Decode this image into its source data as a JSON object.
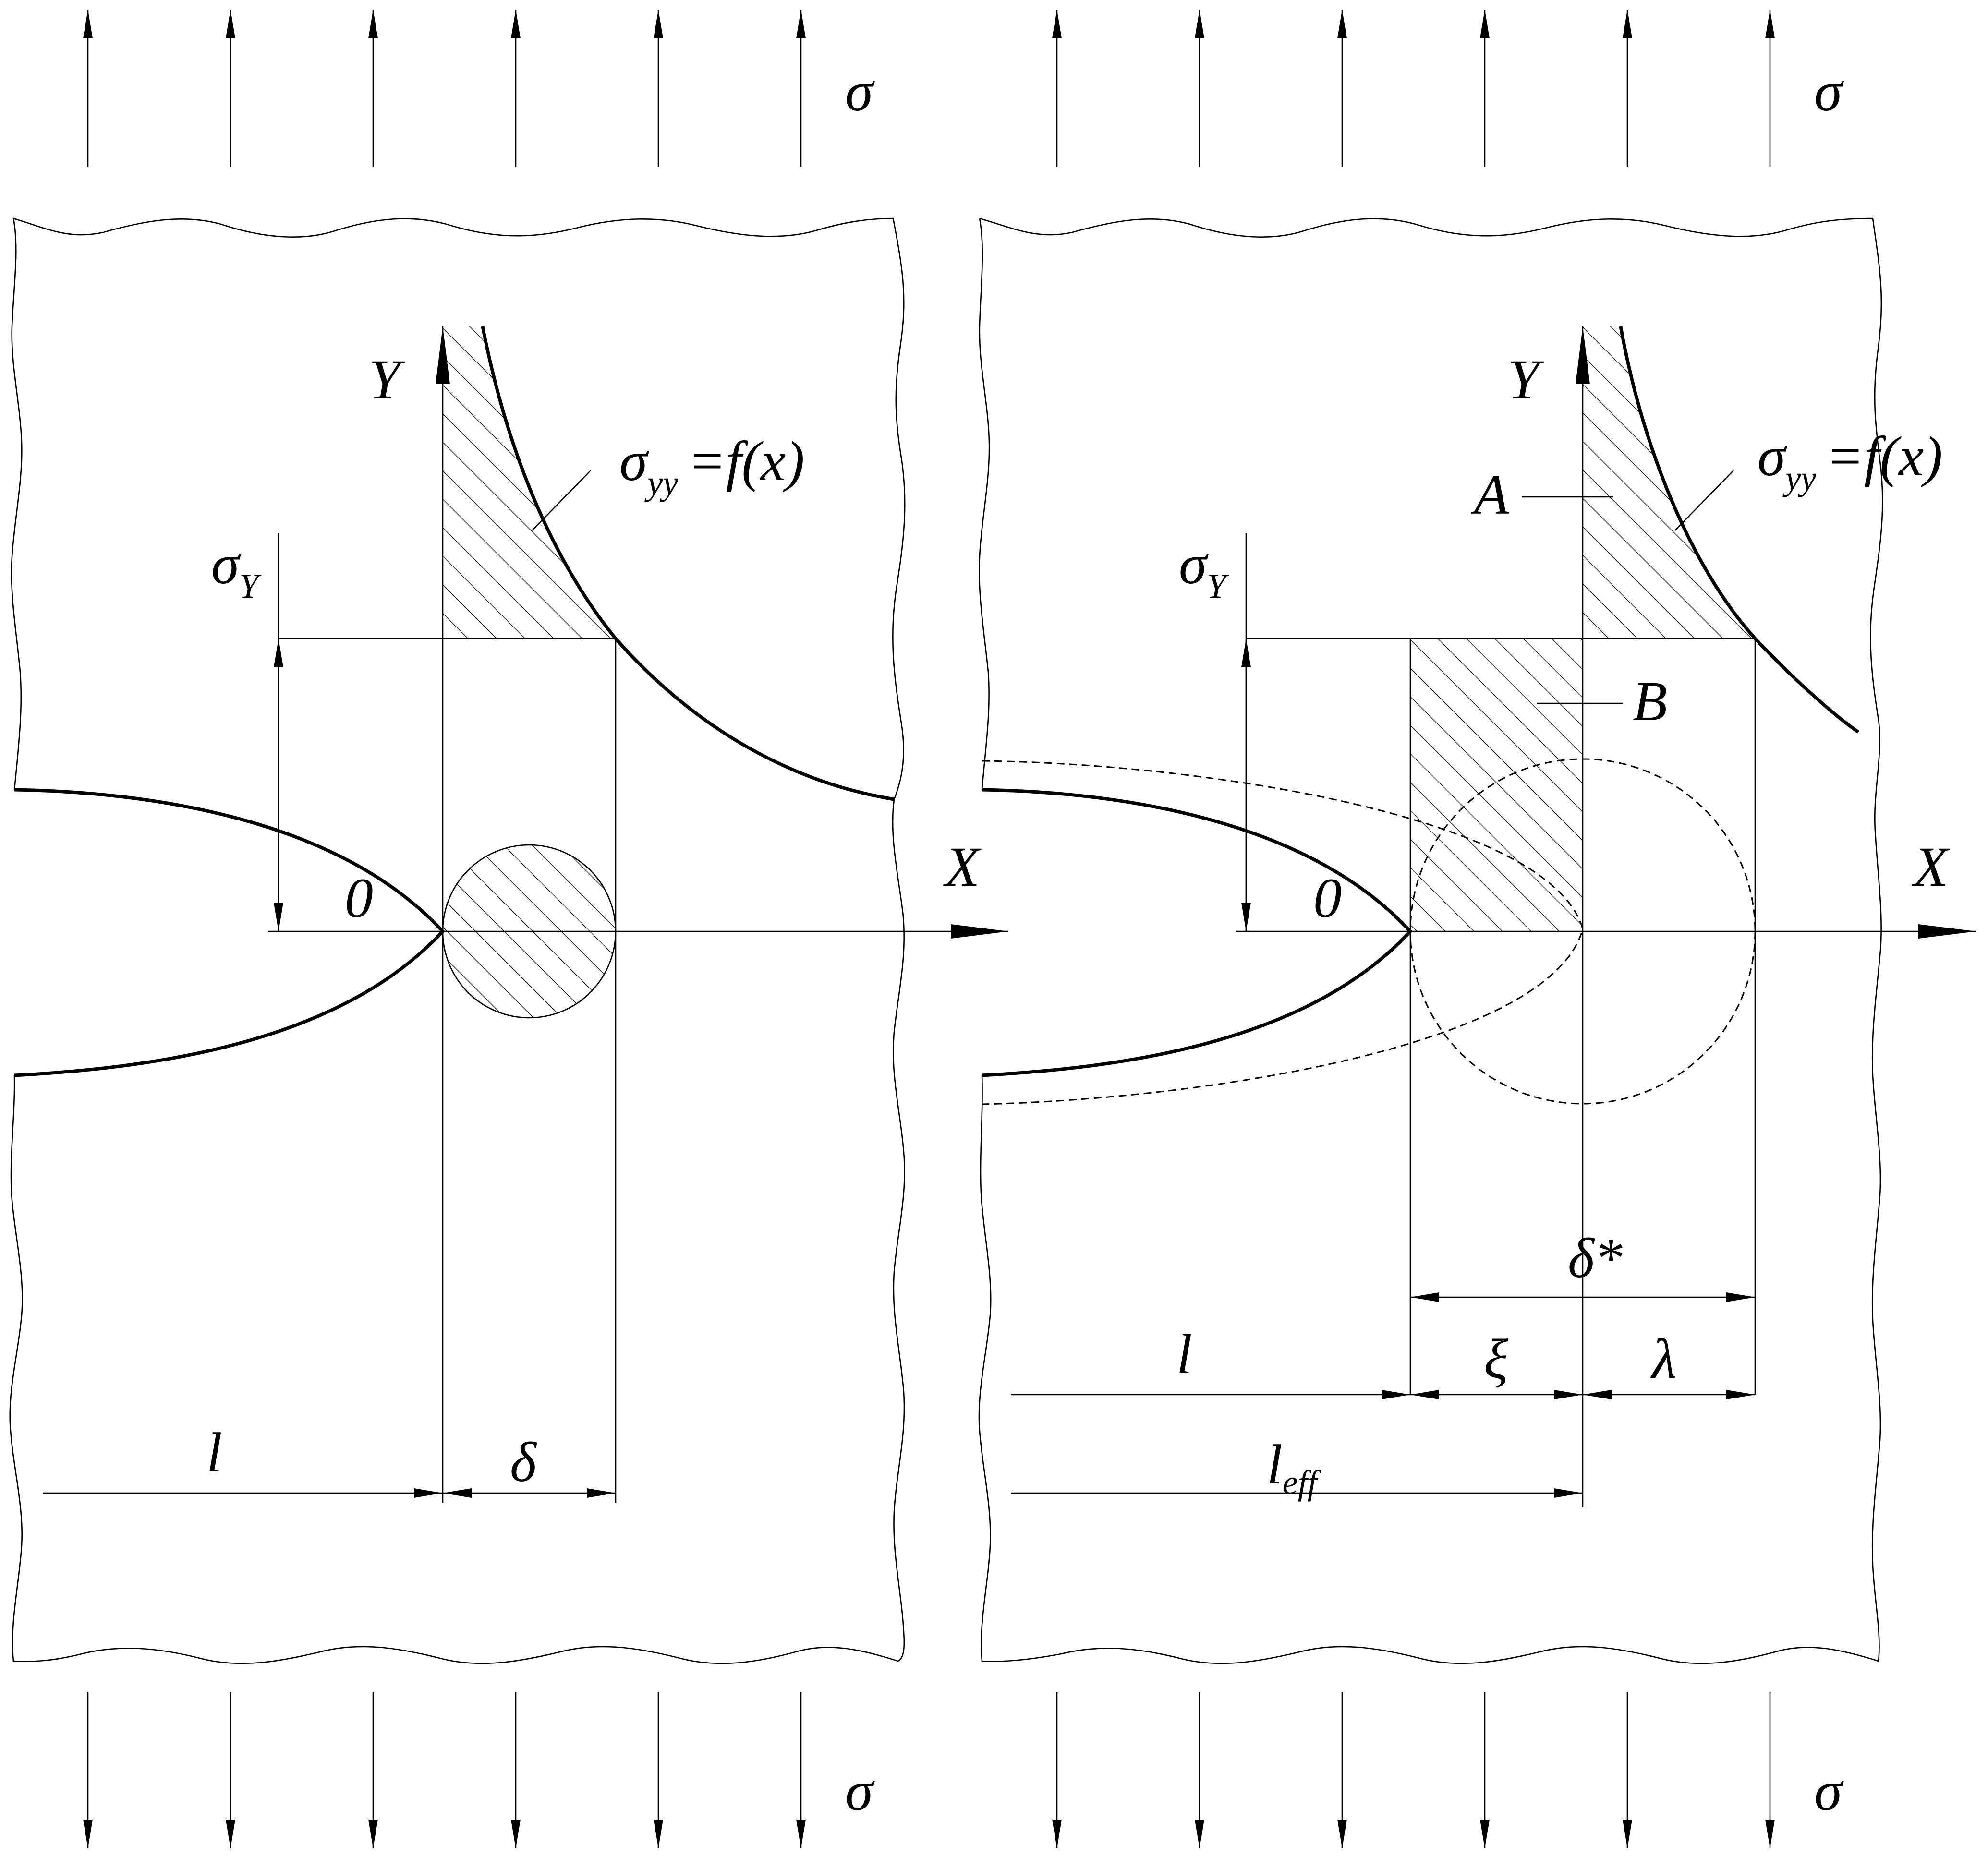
{
  "left_panel": {
    "sigma_top": "σ",
    "sigma_bottom": "σ",
    "axis_y": "Y",
    "axis_x": "X",
    "origin": "0",
    "curve_symbol": "σ",
    "curve_subscript": "yy",
    "curve_rhs": "=f(x)",
    "yield_symbol": "σ",
    "yield_subscript": "Y",
    "dim_l": "l",
    "dim_delta": "δ"
  },
  "right_panel": {
    "sigma_top": "σ",
    "sigma_bottom": "σ",
    "axis_y": "Y",
    "axis_x": "X",
    "origin": "0",
    "curve_symbol": "σ",
    "curve_subscript": "yy",
    "curve_rhs": "=f(x)",
    "yield_symbol": "σ",
    "yield_subscript": "Y",
    "area_a": "A",
    "area_b": "B",
    "dim_delta_star": "δ*",
    "dim_l": "l",
    "dim_xi": "ξ",
    "dim_lambda": "λ",
    "dim_l_eff": "l",
    "dim_l_eff_sub": "eff"
  }
}
